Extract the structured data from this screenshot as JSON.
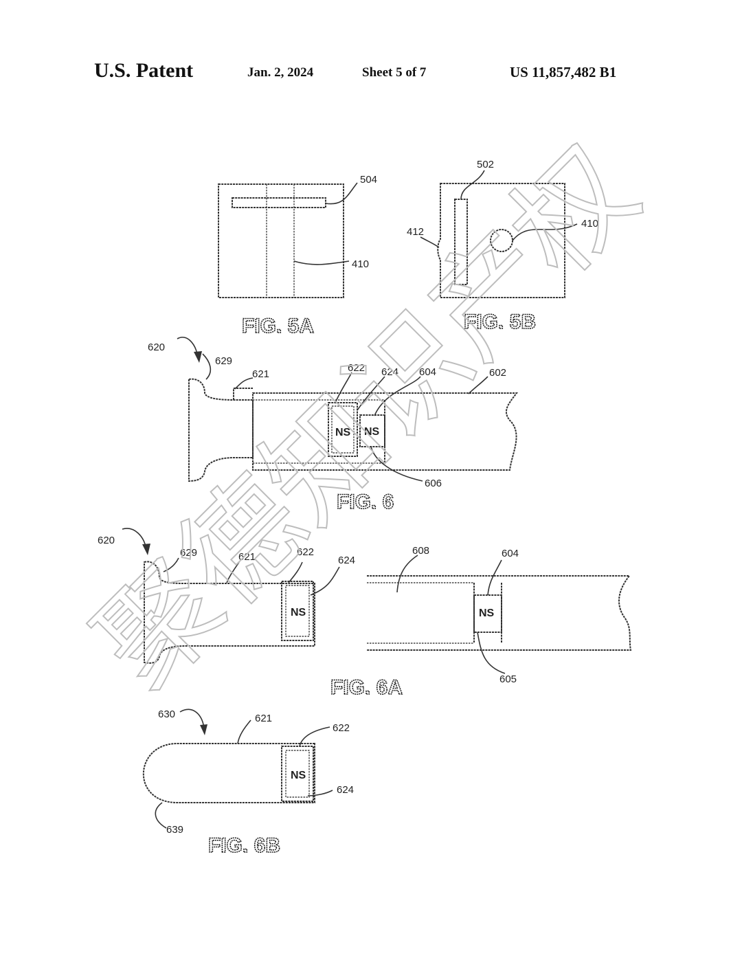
{
  "header": {
    "left": "U.S. Patent",
    "date": "Jan. 2, 2024",
    "sheet": "Sheet 5 of 7",
    "patent_number": "US 11,857,482 B1"
  },
  "figures": {
    "fig5a": {
      "label": "FIG. 5A",
      "refs": [
        "504",
        "410"
      ]
    },
    "fig5b": {
      "label": "FIG. 5B",
      "refs": [
        "502",
        "412",
        "410"
      ]
    },
    "fig6": {
      "label": "FIG. 6",
      "refs": [
        "620",
        "629",
        "621",
        "622",
        "624",
        "604",
        "602",
        "606"
      ],
      "magnet_labels": [
        "NS",
        "NS"
      ]
    },
    "fig6a": {
      "label": "FIG. 6A",
      "refs": [
        "620",
        "629",
        "621",
        "622",
        "624",
        "608",
        "604",
        "605"
      ],
      "magnet_labels": [
        "NS",
        "NS"
      ]
    },
    "fig6b": {
      "label": "FIG. 6B",
      "refs": [
        "630",
        "621",
        "622",
        "624",
        "639"
      ],
      "magnet_labels": [
        "NS"
      ]
    }
  },
  "watermark": "聚德知识产权"
}
